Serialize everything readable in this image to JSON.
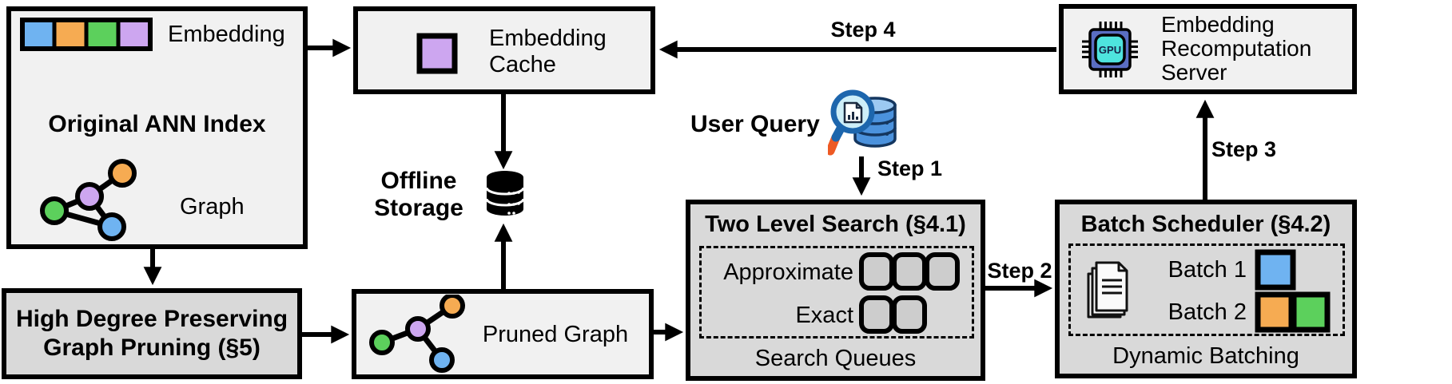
{
  "figure": {
    "kind": "system-architecture-diagram"
  },
  "colors": {
    "node_blue": "#6FB3F1",
    "node_orange": "#F6AB52",
    "node_green": "#5CD05C",
    "node_purple": "#CDA6F0",
    "queue_fill": "#CDCDCD",
    "gpu_body": "#5A6EC2",
    "gpu_screen": "#4EE4DE",
    "query_db_fill": "#4B92DD",
    "query_db_top": "#9CC9F2",
    "lens_fill": "#CDEEF8",
    "handle_orange": "#EE5A24",
    "box_light": "#F1F1F1",
    "box_dark": "#D9D9D9"
  },
  "icons": {
    "user_query": "magnifier-over-database-icon",
    "offline_storage": "database-cylinder-icon",
    "recomputation_server": "gpu-chip-icon",
    "batch_scheduler": "document-stack-icon",
    "ann_index": "embedding-vector-icon / graph-icon",
    "pruned_graph": "pruned-graph-icon",
    "embedding_cache": "cached-embedding-square-icon"
  },
  "ann_index": {
    "title": "Original ANN Index",
    "embedding_label": "Embedding",
    "graph_label": "Graph"
  },
  "graph_pruning": {
    "line1": "High Degree Preserving",
    "line2": "Graph Pruning (§5)"
  },
  "embedding_cache": {
    "line1": "Embedding",
    "line2": "Cache"
  },
  "offline_storage": {
    "line1": "Offline",
    "line2": "Storage"
  },
  "pruned_graph": {
    "label": "Pruned Graph"
  },
  "user_query": {
    "label": "User Query"
  },
  "steps": {
    "step1": "Step 1",
    "step2": "Step 2",
    "step3": "Step 3",
    "step4": "Step 4"
  },
  "two_level_search": {
    "title": "Two Level Search (§4.1)",
    "approximate_label": "Approximate",
    "exact_label": "Exact",
    "footer": "Search Queues"
  },
  "batch_scheduler": {
    "title": "Batch Scheduler (§4.2)",
    "batch1_label": "Batch 1",
    "batch2_label": "Batch 2",
    "footer": "Dynamic Batching"
  },
  "recomputation_server": {
    "line1": "Embedding",
    "line2": "Recomputation",
    "line3": "Server",
    "gpu_icon_text": "GPU"
  }
}
